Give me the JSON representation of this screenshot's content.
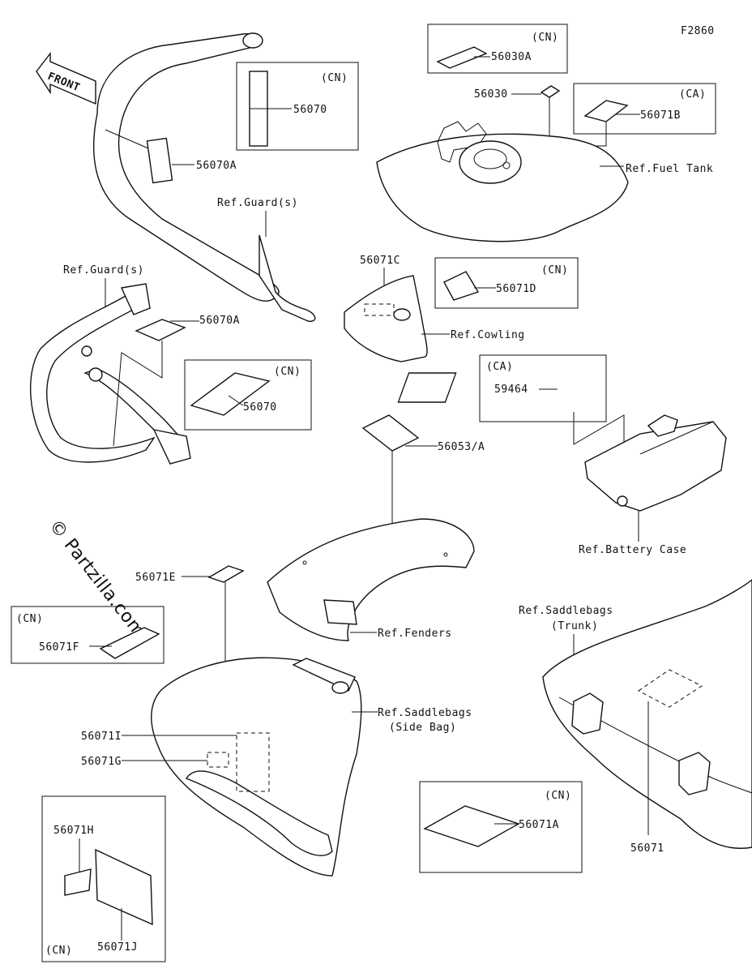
{
  "figure_code": "F2860",
  "watermark": "© Partzilla.com",
  "front_arrow": "FRONT",
  "parts": {
    "p56030A": "56030A",
    "p56030": "56030",
    "p56071B": "56071B",
    "p56070": "56070",
    "p56070A_top": "56070A",
    "p56071C": "56071C",
    "p56071D": "56071D",
    "p56070A_mid": "56070A",
    "p56070_mid": "56070",
    "p59464": "59464",
    "p56053A": "56053/A",
    "p56071E": "56071E",
    "p56071F": "56071F",
    "p56071I": "56071I",
    "p56071G": "56071G",
    "p56071H": "56071H",
    "p56071J": "56071J",
    "p56071A": "56071A",
    "p56071": "56071"
  },
  "markets": {
    "cn": "(CN)",
    "ca": "(CA)"
  },
  "refs": {
    "fuel_tank": "Ref.Fuel Tank",
    "guards_top": "Ref.Guard(s)",
    "guards_left": "Ref.Guard(s)",
    "cowling": "Ref.Cowling",
    "battery_case": "Ref.Battery Case",
    "fenders": "Ref.Fenders",
    "saddlebags_side": "Ref.Saddlebags",
    "saddlebags_side_sub": "(Side Bag)",
    "saddlebags_trunk": "Ref.Saddlebags",
    "saddlebags_trunk_sub": "(Trunk)"
  }
}
